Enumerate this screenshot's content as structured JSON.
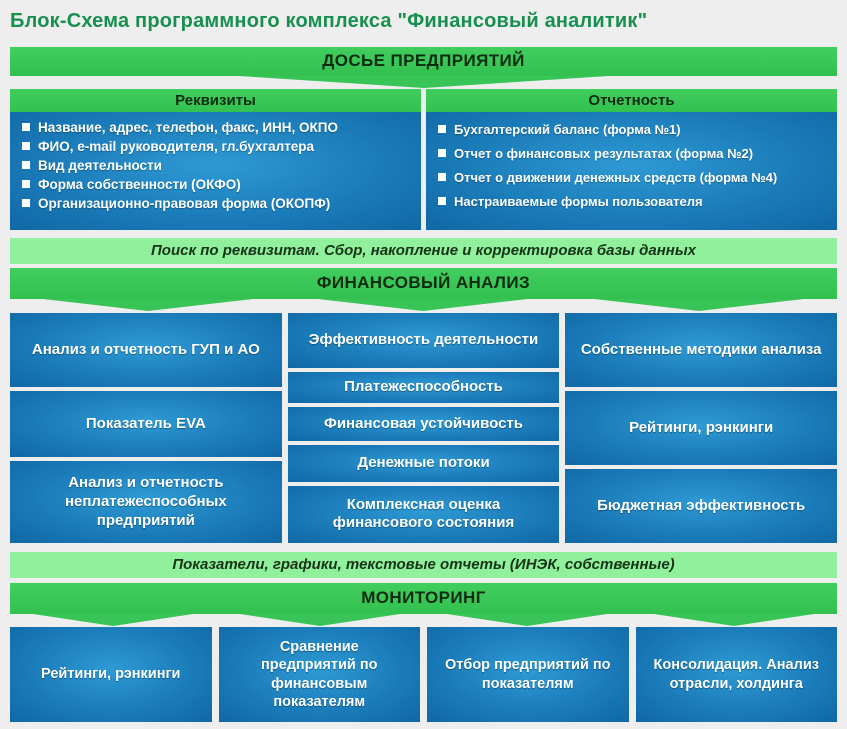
{
  "page": {
    "title": "Блок-Схема программного комплекса \"Финансовый аналитик\""
  },
  "colors": {
    "title_green": "#17904f",
    "bar_green": "#38c457",
    "light_green": "#90f09b",
    "box_blue_center": "#2e9ad4",
    "box_blue_edge": "#1168a5",
    "background": "#eeeeee",
    "bar_text": "#0c2b10",
    "box_text": "#ffffff"
  },
  "dossier": {
    "header": "ДОСЬЕ ПРЕДПРИЯТИЙ",
    "columns": [
      {
        "title": "Реквизиты",
        "items": [
          "Название, адрес, телефон, факс, ИНН, ОКПО",
          "ФИО, e-mail руководителя, гл.бухгалтера",
          "Вид деятельности",
          "Форма собственности (ОКФО)",
          "Организационно-правовая форма (ОКОПФ)"
        ]
      },
      {
        "title": "Отчетность",
        "items": [
          "Бухгалтерский баланс (форма №1)",
          "Отчет о финансовых результатах (форма №2)",
          "Отчет о движении денежных средств (форма №4)",
          "Настраиваемые формы пользователя"
        ]
      }
    ],
    "footer": "Поиск по реквизитам. Сбор, накопление и корректировка базы данных"
  },
  "analysis": {
    "header": "ФИНАНСОВЫЙ АНАЛИЗ",
    "columns": [
      {
        "boxes": [
          "Анализ и отчетность ГУП и АО",
          "Показатель EVA",
          "Анализ и отчетность неплатежеспособных предприятий"
        ]
      },
      {
        "boxes": [
          "Эффективность деятельности",
          "Платежеспособность",
          "Финансовая устойчивость",
          "Денежные потоки",
          "Комплексная оценка финансового состояния"
        ]
      },
      {
        "boxes": [
          "Собственные методики анализа",
          "Рейтинги, рэнкинги",
          "Бюджетная эффективность"
        ]
      }
    ],
    "footer": "Показатели, графики, текстовые отчеты (ИНЭК, собственные)"
  },
  "monitoring": {
    "header": "МОНИТОРИНГ",
    "boxes": [
      "Рейтинги, рэнкинги",
      "Сравнение предприятий по финансовым показателям",
      "Отбор предприятий по показателям",
      "Консолидация. Анализ отрасли, холдинга"
    ]
  }
}
